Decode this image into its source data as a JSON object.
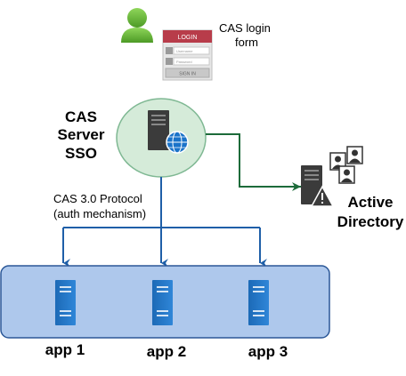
{
  "login_form": {
    "header": "LOGIN",
    "username_placeholder": "Username",
    "password_placeholder": "Password",
    "signin_label": "SIGN IN",
    "caption_line1": "CAS login",
    "caption_line2": "form"
  },
  "cas_server": {
    "label_line1": "CAS",
    "label_line2": "Server",
    "label_line3": "SSO"
  },
  "protocol": {
    "line1": "CAS 3.0  Protocol",
    "line2": "(auth mechanism)"
  },
  "active_directory": {
    "label_line1": "Active",
    "label_line2": "Directory"
  },
  "apps": [
    {
      "label": "app 1"
    },
    {
      "label": "app 2"
    },
    {
      "label": "app 3"
    }
  ],
  "colors": {
    "blue_arrow": "#1f5fa8",
    "green_arrow": "#1d6b3a",
    "app_panel_fill": "#aec8ec",
    "app_panel_stroke": "#2b5797",
    "server_circle_fill": "#d5ebd9",
    "server_circle_stroke": "#7fb893",
    "login_header": "#b83c4a",
    "user_green": "#6dbf3b"
  }
}
